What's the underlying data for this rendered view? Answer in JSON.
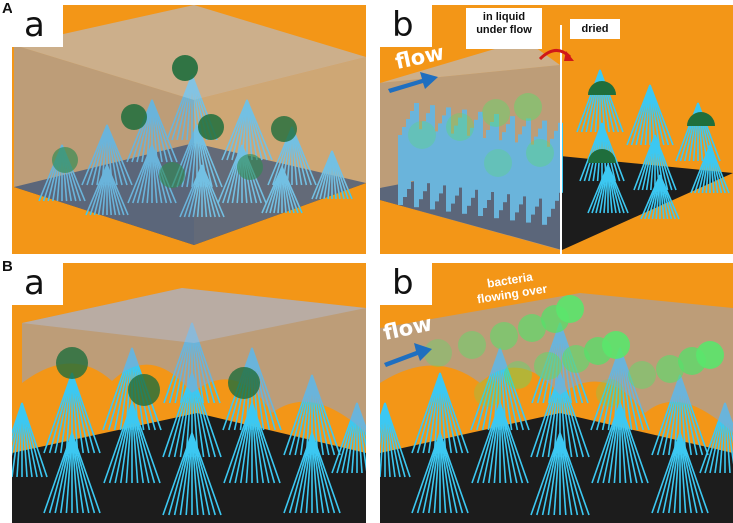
{
  "sections": [
    {
      "label": "A"
    },
    {
      "label": "B"
    }
  ],
  "panels": {
    "A_a": {
      "letter": "a"
    },
    "A_b": {
      "letter": "b",
      "callout_liquid": "in liquid\nunder flow",
      "callout_dried": "dried",
      "flow_label": "flow"
    },
    "B_a": {
      "letter": "a"
    },
    "B_b": {
      "letter": "b",
      "flow_label": "flow",
      "bacteria_label": "bacteria\nflowing over"
    }
  },
  "colors": {
    "background": "#f39617",
    "pillar": "#3cc8f2",
    "substrate": "#1c1c1c",
    "liquid": "#8fa4c8",
    "bacterium_settled": "#1f6e3c",
    "bacterium_flowing": "#56e06a",
    "flow_arrow": "#1f6fc0",
    "curved_arrow": "#d01818"
  }
}
